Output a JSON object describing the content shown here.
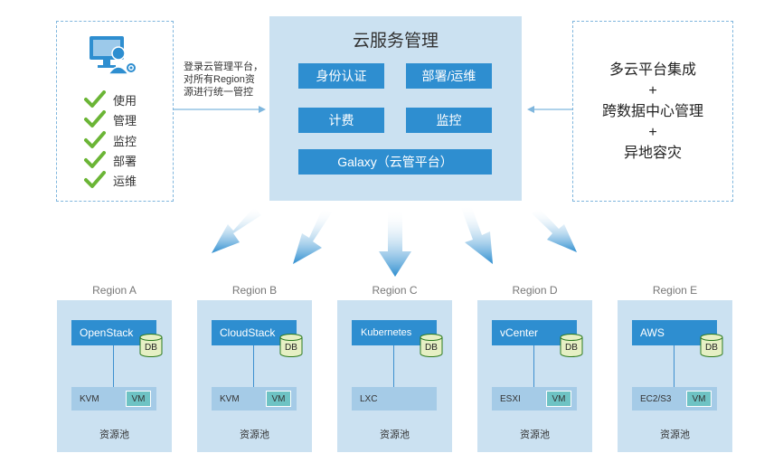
{
  "left_panel": {
    "icon": "user-computer-gear-icon",
    "permissions": [
      "使用",
      "管理",
      "监控",
      "部署",
      "运维"
    ]
  },
  "login_note": [
    "登录云管理平台，",
    "对所有Region资",
    "源进行统一管控"
  ],
  "center": {
    "title": "云服务管理",
    "buttons": [
      "身份认证",
      "部署/运维",
      "计费",
      "监控"
    ],
    "galaxy": "Galaxy（云管平台）"
  },
  "right_panel": {
    "lines": [
      "多云平台集成",
      "+",
      "跨数据中心管理",
      "+",
      "异地容灾"
    ]
  },
  "colors": {
    "primary_blue": "#2e8ed0",
    "panel_bg": "#cbe1f1",
    "pool_bg": "#a5cbe7",
    "vm_teal": "#6ec3c4",
    "check_green": "#6bb536"
  },
  "regions": [
    {
      "label": "Region A",
      "platform": "OpenStack",
      "db": "DB",
      "pool": "KVM",
      "vm": "VM",
      "footer": "资源池"
    },
    {
      "label": "Region B",
      "platform": "CloudStack",
      "db": "DB",
      "pool": "KVM",
      "vm": "VM",
      "footer": "资源池"
    },
    {
      "label": "Region C",
      "platform": "Kubernetes",
      "db": "DB",
      "pool": "LXC",
      "vm": "",
      "footer": "资源池"
    },
    {
      "label": "Region D",
      "platform": "vCenter",
      "db": "DB",
      "pool": "ESXI",
      "vm": "VM",
      "footer": "资源池"
    },
    {
      "label": "Region E",
      "platform": "AWS",
      "db": "DB",
      "pool": "EC2/S3",
      "vm": "VM",
      "footer": "资源池"
    }
  ]
}
